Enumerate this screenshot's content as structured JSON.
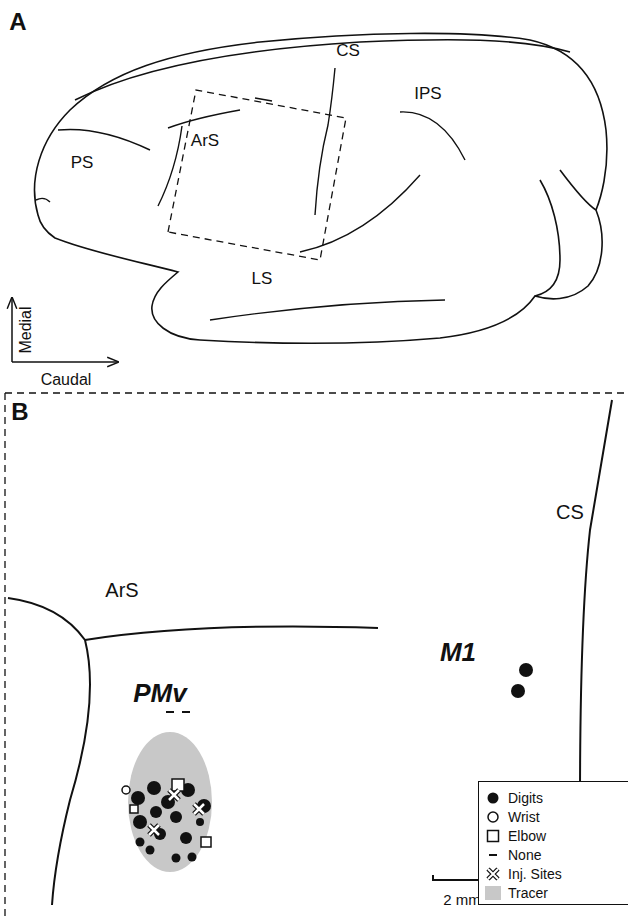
{
  "diagram": {
    "labels": [
      "A",
      "PS",
      "ArS",
      "CS",
      "IPS",
      "LS",
      "Medial",
      "Caudal",
      "B",
      "ArS",
      "CS",
      "PMv",
      "M1",
      "2 mm"
    ],
    "legend": [
      {
        "text": "Digits"
      },
      {
        "text": "Wrist"
      },
      {
        "text": "Elbow"
      },
      {
        "text": "None"
      },
      {
        "text": "Inj. Sites"
      },
      {
        "text": "Tracer",
        "color": "#c8c8c8"
      }
    ]
  }
}
